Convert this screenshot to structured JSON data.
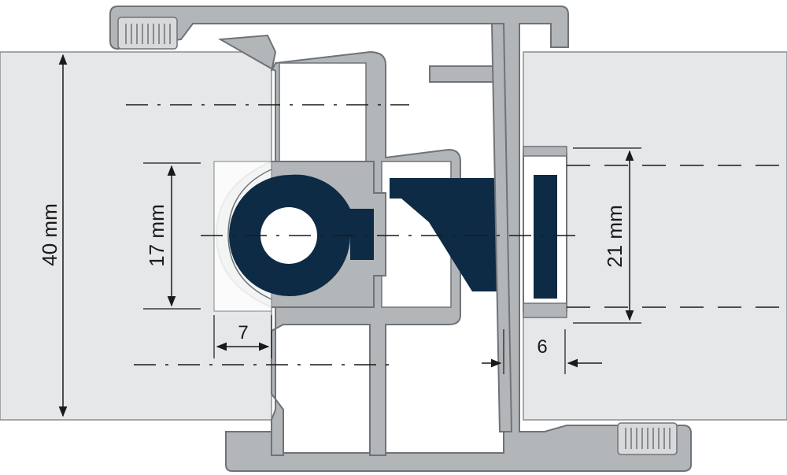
{
  "diagram": {
    "dimensions": {
      "left_height": "40 mm",
      "center_height": "17 mm",
      "offset_left": "7",
      "right_height": "21 mm",
      "offset_right": "6"
    },
    "colors": {
      "profile_fill": "#b3b6b9",
      "profile_stroke": "#6f7378",
      "panel_fill": "#e6e7e8",
      "panel_stroke": "#8a8d90",
      "gasket_fill": "#0d2b45",
      "dim_line": "#1a1a1a",
      "brush_fill": "#d8d9da"
    }
  }
}
